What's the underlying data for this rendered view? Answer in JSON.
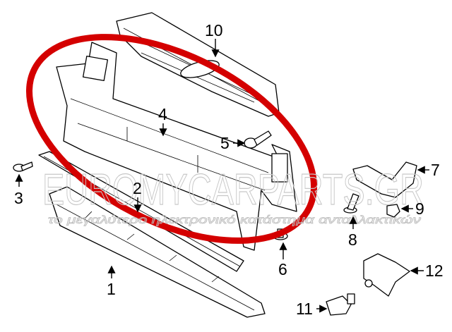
{
  "diagram": {
    "highlight_color": "#d40000",
    "watermark": {
      "title": "EUROMYCARPARTS.GR",
      "tagline": "το μεγαλύτερο ηλεκτρονικό κατάστημα ανταλλακτικών"
    },
    "callouts": [
      {
        "id": "1",
        "label": "1"
      },
      {
        "id": "2",
        "label": "2"
      },
      {
        "id": "3",
        "label": "3"
      },
      {
        "id": "4",
        "label": "4"
      },
      {
        "id": "5",
        "label": "5"
      },
      {
        "id": "6",
        "label": "6"
      },
      {
        "id": "7",
        "label": "7"
      },
      {
        "id": "8",
        "label": "8"
      },
      {
        "id": "9",
        "label": "9"
      },
      {
        "id": "10",
        "label": "10"
      },
      {
        "id": "11",
        "label": "11"
      },
      {
        "id": "12",
        "label": "12"
      }
    ]
  }
}
